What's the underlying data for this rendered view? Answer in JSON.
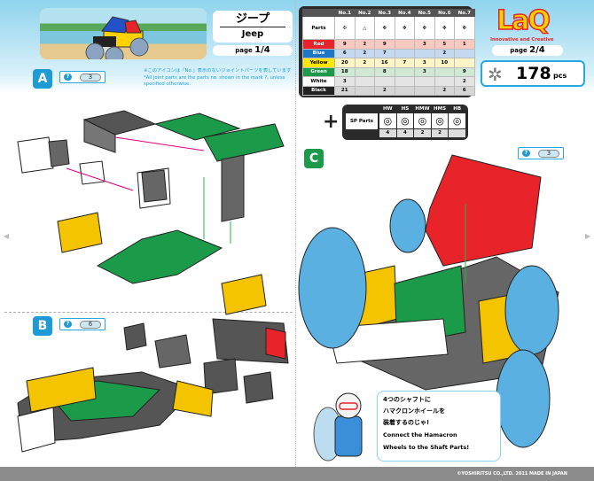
{
  "left_page": {
    "title_jp": "ジープ",
    "title_en": "Jeep",
    "page_prefix": "page",
    "page_number": "1/4",
    "note_jp": "※このアイコンは「No.」表示のないジョイントパーツを表しています",
    "note_en": "*All joint parts are the parts no. shown in the mark ?, unless specified otherwise.",
    "steps": [
      {
        "label": "A",
        "joint_no": "3"
      },
      {
        "label": "B",
        "joint_no": "6"
      }
    ]
  },
  "right_page": {
    "page_prefix": "page",
    "page_number": "2/4",
    "logo": "LaQ",
    "logo_tagline": "Innovative and Creative",
    "piece_count": "178",
    "piece_unit": "pcs",
    "step": {
      "label": "C",
      "joint_no": "3"
    },
    "speech_jp": [
      "4つのシャフトに",
      "ハマクロンホイールを",
      "装着するのじゃ!"
    ],
    "speech_en": [
      "Connect the Hamacron",
      "Wheels to the Shaft Parts!"
    ]
  },
  "parts_table": {
    "header_label": "Parts",
    "columns": [
      "No.1",
      "No.2",
      "No.3",
      "No.4",
      "No.5",
      "No.6",
      "No.7"
    ],
    "rows": [
      {
        "color": "Red",
        "hex": "#e8232a",
        "text": "#fff",
        "bg": "#f7c9c0",
        "values": [
          "9",
          "2",
          "9",
          "",
          "3",
          "5",
          "1"
        ]
      },
      {
        "color": "Blue",
        "hex": "#1f77c4",
        "text": "#fff",
        "bg": "#c5daf0",
        "values": [
          "6",
          "2",
          "7",
          "",
          "",
          "2",
          ""
        ]
      },
      {
        "color": "Yellow",
        "hex": "#ffe600",
        "text": "#000",
        "bg": "#fdf5c5",
        "values": [
          "20",
          "2",
          "16",
          "7",
          "3",
          "10",
          ""
        ]
      },
      {
        "color": "Green",
        "hex": "#1b9a4a",
        "text": "#fff",
        "bg": "#cfe9d4",
        "values": [
          "18",
          "",
          "8",
          "",
          "3",
          "",
          "9"
        ]
      },
      {
        "color": "White",
        "hex": "#ffffff",
        "text": "#000",
        "bg": "#e4e4e4",
        "values": [
          "3",
          "",
          "",
          "",
          "",
          "",
          "2"
        ]
      },
      {
        "color": "Black",
        "hex": "#222222",
        "text": "#fff",
        "bg": "#d6d6d6",
        "values": [
          "21",
          "",
          "2",
          "",
          "",
          "2",
          "6"
        ]
      }
    ]
  },
  "sp_parts": {
    "label": "SP Parts",
    "columns": [
      "HW",
      "HS",
      "HMW",
      "HMS",
      "HB"
    ],
    "values": [
      "4",
      "4",
      "2",
      "2",
      ""
    ]
  },
  "footer": "©YOSHIRITSU CO.,LTD. 2011  MADE IN JAPAN"
}
